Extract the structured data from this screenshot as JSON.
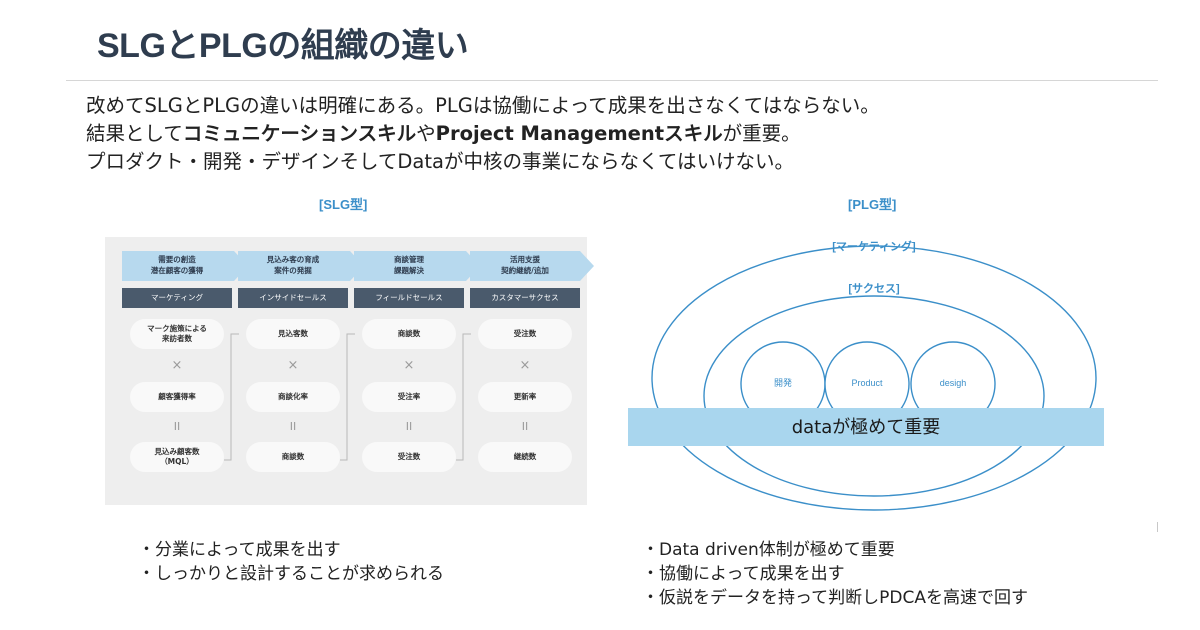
{
  "title": "SLGとPLGの組織の違い",
  "intro": {
    "line1": "改めてSLGとPLGの違いは明確にある。PLGは協働によって成果を出さなくてはならない。",
    "line2_a": "結果として",
    "line2_b": "コミュニケーションスキル",
    "line2_c": "や",
    "line2_d": "Project Managementスキル",
    "line2_e": "が重要。",
    "line3": "プロダクト・開発・デザインそしてDataが中核の事業にならなくてはいけない。"
  },
  "slg": {
    "label": "[SLG型]",
    "columns": [
      {
        "stage": [
          "需要の創造",
          "潜在顧客の獲得"
        ],
        "role": "マーケティング",
        "metrics": [
          "マーク施策による",
          "来訪者数"
        ],
        "op1": "×",
        "metric2": "顧客獲得率",
        "op2": "II",
        "metric3": [
          "見込み顧客数",
          "（MQL）"
        ]
      },
      {
        "stage": [
          "見込み客の育成",
          "案件の発掘"
        ],
        "role": "インサイドセールス",
        "metrics": [
          "見込客数"
        ],
        "op1": "×",
        "metric2": "商談化率",
        "op2": "II",
        "metric3": [
          "商談数"
        ]
      },
      {
        "stage": [
          "商談管理",
          "課題解決"
        ],
        "role": "フィールドセールス",
        "metrics": [
          "商談数"
        ],
        "op1": "×",
        "metric2": "受注率",
        "op2": "II",
        "metric3": [
          "受注数"
        ]
      },
      {
        "stage": [
          "活用支援",
          "契約継続/追加"
        ],
        "role": "カスタマーサクセス",
        "metrics": [
          "受注数"
        ],
        "op1": "×",
        "metric2": "更新率",
        "op2": "II",
        "metric3": [
          "継続数"
        ]
      }
    ],
    "bullets": [
      "・分業によって成果を出す",
      "・しっかりと設計することが求められる"
    ]
  },
  "plg": {
    "label": "[PLG型]",
    "outer_label": "[マーケティング]",
    "middle_label": "[サクセス]",
    "circles": [
      "開発",
      "Product",
      "desigh"
    ],
    "bar_label": "dataが極めて重要",
    "bullets": [
      "・Data driven体制が極めて重要",
      "・協働によって成果を出す",
      "・仮説をデータを持って判断しPDCAを高速で回す"
    ]
  },
  "colors": {
    "title": "#2f3d4f",
    "accent": "#3b8fc9",
    "ring": "#3b8fc9",
    "bar": "#a9d6ee",
    "arrow": "#b7d9ee",
    "role_bg": "#4a5a6c"
  }
}
